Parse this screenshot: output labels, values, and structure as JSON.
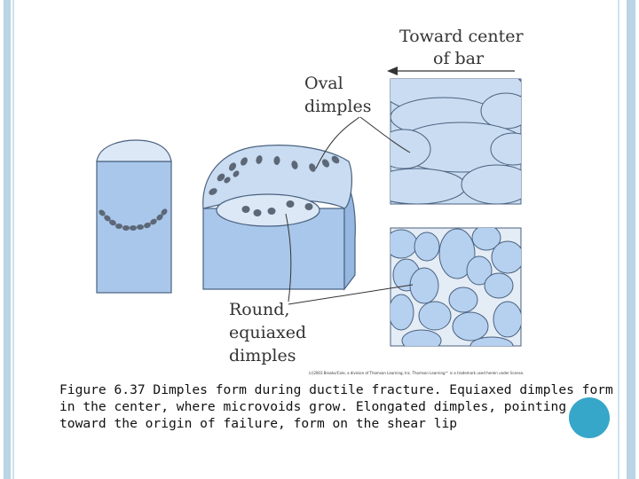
{
  "labels": {
    "toward_center": [
      "Toward center",
      "of bar"
    ],
    "oval": [
      "Oval",
      "dimples"
    ],
    "round": [
      "Round,",
      "equiaxed",
      "dimples"
    ]
  },
  "copyright": "(c)2003 Brooks/Cole, a division of Thomson Learning, Inc. Thomson Learning™ is a trademark used herein under license.",
  "caption": "Figure 6.37 Dimples form during ductile fracture. Equiaxed dimples form in the center, where microvoids grow. Elongated dimples, pointing toward the origin of failure, form on the shear lip",
  "colors": {
    "fill_light": "#c9dcf1",
    "fill_mid": "#a9c7ea",
    "outline": "#4a6280",
    "void": "#5c6777",
    "accent_circle": "#36a6c9",
    "frame": "#b9d5e6"
  }
}
